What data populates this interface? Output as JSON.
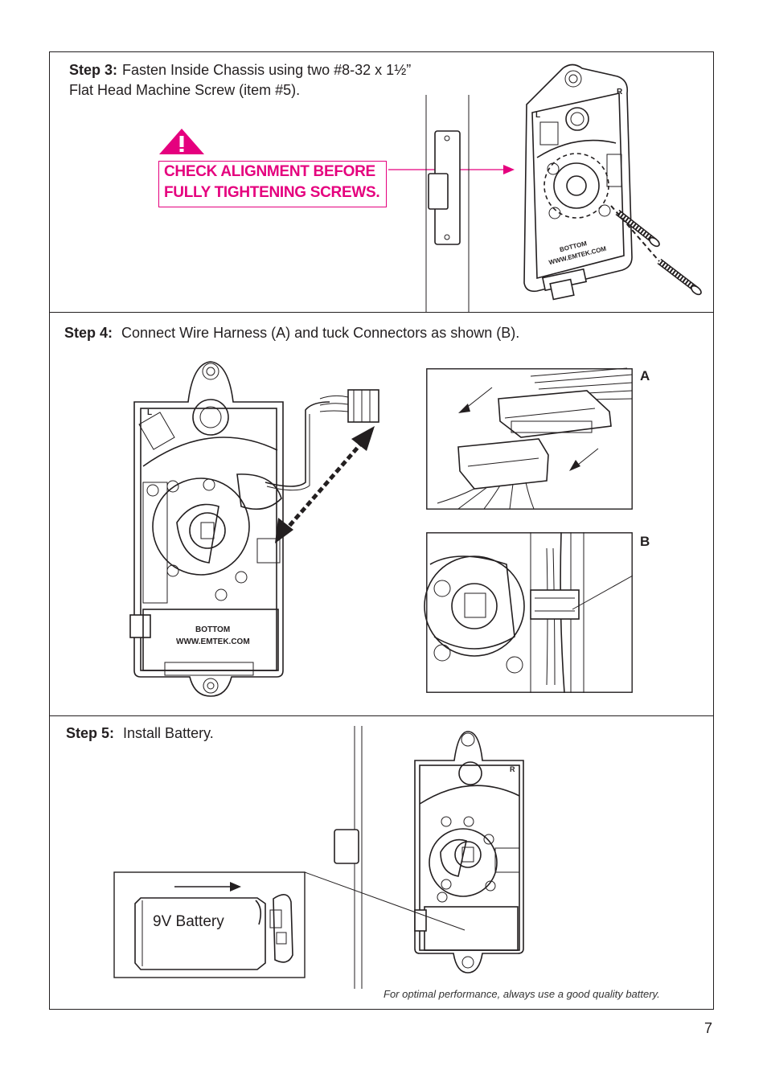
{
  "step3": {
    "label": "Step 3:",
    "text_line1": "Fasten Inside Chassis using two #8-32 x 1½”",
    "text_line2": "Flat Head Machine Screw (item #5).",
    "warning_line1": "CHECK ALIGNMENT BEFORE",
    "warning_line2": "FULLY TIGHTENING SCREWS.",
    "warning_color": "#e5007e",
    "warning_icon": "exclamation-triangle-icon",
    "device_bottom_label": "BOTTOM",
    "device_url": "WWW.EMTEK.COM",
    "device_left_mark": "L",
    "device_right_mark": "R"
  },
  "step4": {
    "label": "Step 4:",
    "text": "Connect Wire Harness (A) and tuck Connectors as shown (B).",
    "callout_a": "A",
    "callout_b": "B",
    "device_bottom_label": "BOTTOM",
    "device_url": "WWW.EMTEK.COM",
    "device_left_mark": "L"
  },
  "step5": {
    "label": "Step 5:",
    "text": "Install Battery.",
    "battery_label": "9V Battery",
    "footnote": "For optimal performance, always use a good quality battery.",
    "device_right_mark": "R"
  },
  "page_number": "7"
}
